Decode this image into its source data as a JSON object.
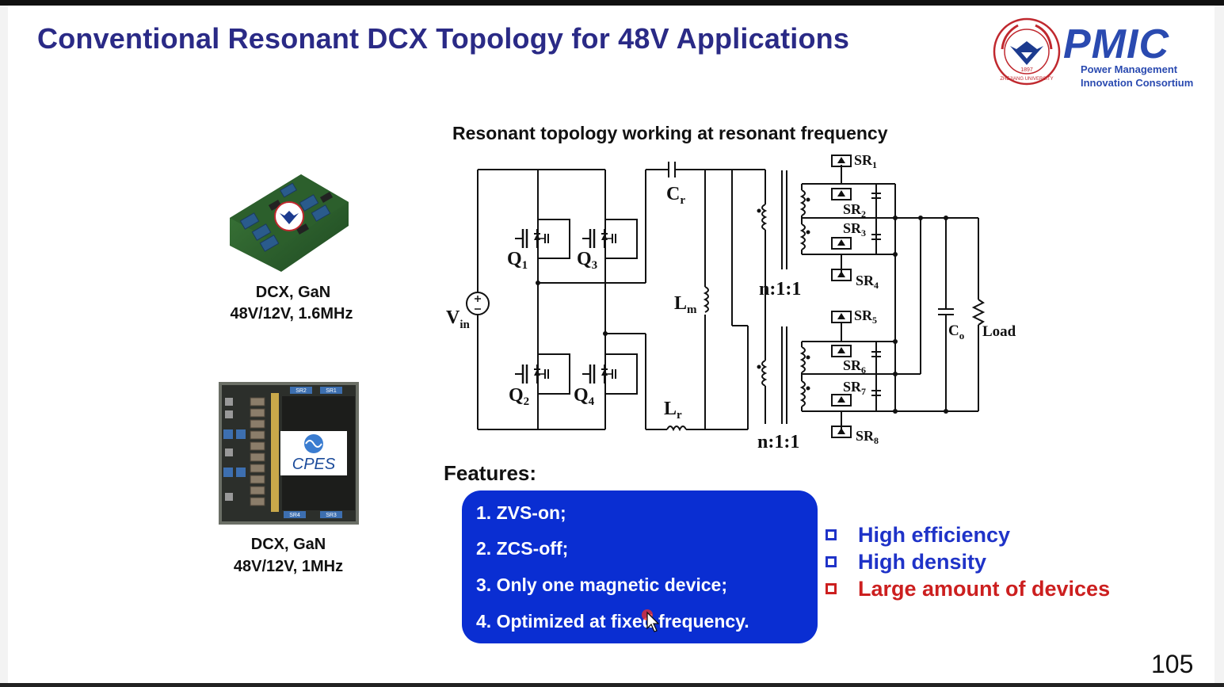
{
  "slide": {
    "title": "Conventional Resonant DCX Topology for 48V  Applications",
    "page_number": "105",
    "logo": {
      "brand": "PMIC",
      "line1": "Power Management",
      "line2": "Innovation Consortium",
      "seal_text": "ZHEJIANG UNIVERSITY",
      "seal_year": "1897"
    },
    "products": [
      {
        "line1": "DCX, GaN",
        "line2": "48V/12V, 1.6MHz"
      },
      {
        "line1": "DCX, GaN",
        "line2": "48V/12V, 1MHz",
        "board_label": "CPES",
        "board_tags": [
          "SR2",
          "SR1",
          "SR4",
          "SR3"
        ]
      }
    ],
    "circuit": {
      "title": "Resonant topology working at resonant frequency",
      "labels": {
        "vin": "V",
        "vin_sub": "in",
        "q1": "Q",
        "q1_sub": "1",
        "q2": "Q",
        "q2_sub": "2",
        "q3": "Q",
        "q3_sub": "3",
        "q4": "Q",
        "q4_sub": "4",
        "cr": "C",
        "cr_sub": "r",
        "lm": "L",
        "lm_sub": "m",
        "lr": "L",
        "lr_sub": "r",
        "ratio1": "n:1:1",
        "ratio2": "n:1:1",
        "co": "C",
        "co_sub": "o",
        "load": "Load",
        "sr": "SR",
        "sr1": "1",
        "sr2": "2",
        "sr3": "3",
        "sr4": "4",
        "sr5": "5",
        "sr6": "6",
        "sr7": "7",
        "sr8": "8"
      }
    },
    "features": {
      "label": "Features:",
      "items": [
        "1. ZVS-on;",
        "2. ZCS-off;",
        "3. Only one magnetic device;",
        "4. Optimized at fixed frequency."
      ]
    },
    "bullets": [
      {
        "text": "High efficiency",
        "color": "#1f33c8"
      },
      {
        "text": "High density",
        "color": "#1f33c8"
      },
      {
        "text": "Large amount of devices",
        "color": "#cc1f1f"
      }
    ],
    "colors": {
      "title": "#2a2a86",
      "feature_box": "#0a2ed2",
      "positive": "#1f33c8",
      "negative": "#cc1f1f"
    }
  }
}
